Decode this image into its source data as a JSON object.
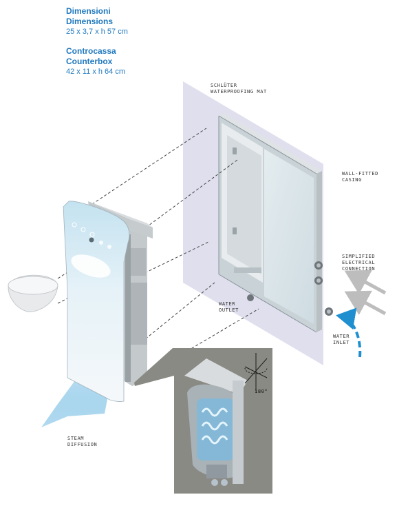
{
  "specs": {
    "dimensions_it": "Dimensioni",
    "dimensions_en": "Dimensions",
    "dimensions_value": "25 x 3,7 x h 57 cm",
    "counterbox_it": "Controcassa",
    "counterbox_en": "Counterbox",
    "counterbox_value": "42 x 11 x h 64 cm"
  },
  "callouts": {
    "schluter": "SCHLÜTER\nWATERPROOFING MAT",
    "wall_fitted": "WALL-FITTED\nCASING",
    "simplified": "SIMPLIFIED\nELECTRICAL\nCONNECTION",
    "water_outlet": "WATER\nOUTLET",
    "water_inlet": "WATER\nINLET",
    "steam": "STEAM\nDIFFUSION",
    "rotation": "180°"
  },
  "colors": {
    "accent": "#1f78bf",
    "mat": "#dcdbec",
    "panel_blue": "#cfe6f2",
    "inset_bg": "#8a8a84"
  }
}
